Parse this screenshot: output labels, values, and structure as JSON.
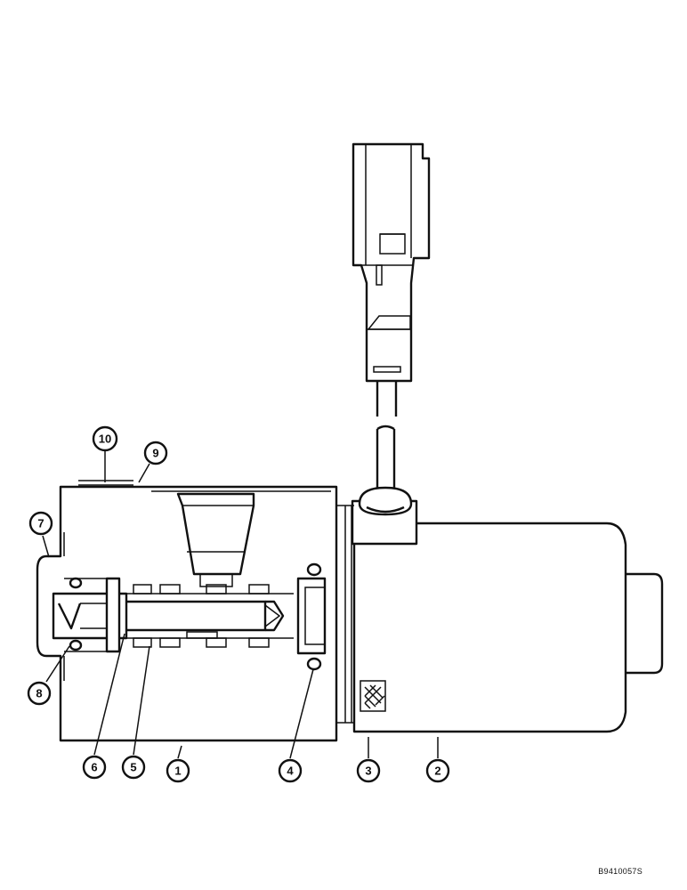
{
  "figure": {
    "reference_code": "B9410057S"
  },
  "callouts": [
    {
      "id": "1",
      "label": "1"
    },
    {
      "id": "2",
      "label": "2"
    },
    {
      "id": "3",
      "label": "3"
    },
    {
      "id": "4",
      "label": "4"
    },
    {
      "id": "5",
      "label": "5"
    },
    {
      "id": "6",
      "label": "6"
    },
    {
      "id": "7",
      "label": "7"
    },
    {
      "id": "8",
      "label": "8"
    },
    {
      "id": "9",
      "label": "9"
    },
    {
      "id": "10",
      "label": "10"
    }
  ]
}
